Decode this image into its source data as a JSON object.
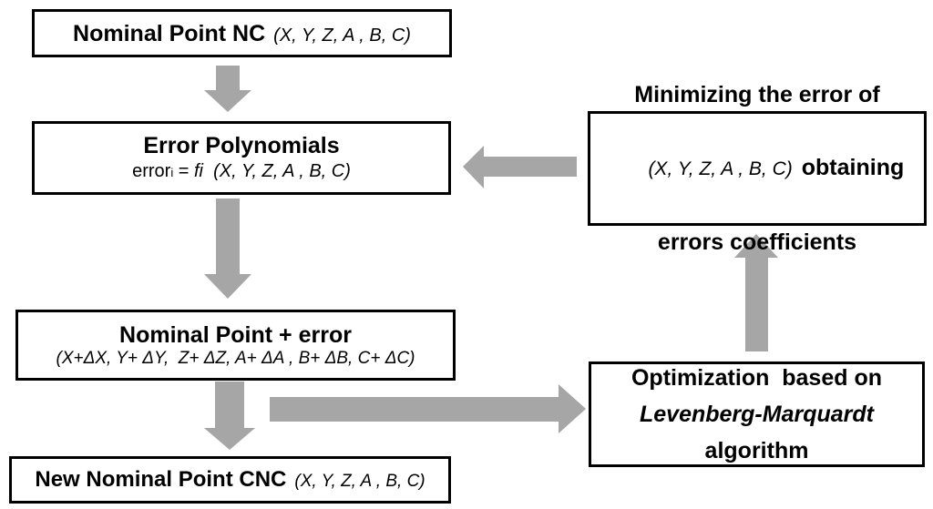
{
  "colors": {
    "arrow": "#a6a6a6",
    "box_border": "#000000",
    "box_background": "#ffffff",
    "text": "#000000"
  },
  "boxes": {
    "nominal_point_nc": {
      "title": "Nominal Point NC",
      "params": "(X, Y, Z, A , B, C)"
    },
    "error_polynomials": {
      "title": "Error Polynomials",
      "formula_base": "error",
      "formula_subscript": "i",
      "formula_equals": " = ",
      "formula_expression": "fi  (X, Y, Z, A , B, C)"
    },
    "nominal_point_plus_error": {
      "title": "Nominal Point + error",
      "params": "(X+ΔX, Y+ ΔY,  Z+ ΔZ, A+ ΔA , B+ ΔB, C+ ΔC)"
    },
    "new_nominal_point_cnc": {
      "title": "New Nominal Point CNC",
      "params": "(X, Y, Z, A , B, C)"
    },
    "minimizing_error": {
      "line1": "Minimizing the error of",
      "line2_params": "(X, Y, Z, A , B, C)",
      "line2_bold": "obtaining",
      "line3": "errors coefficients"
    },
    "optimization": {
      "line1": "Optimization  based on",
      "line2": "Levenberg-Marquardt",
      "line3": "algorithm"
    }
  }
}
